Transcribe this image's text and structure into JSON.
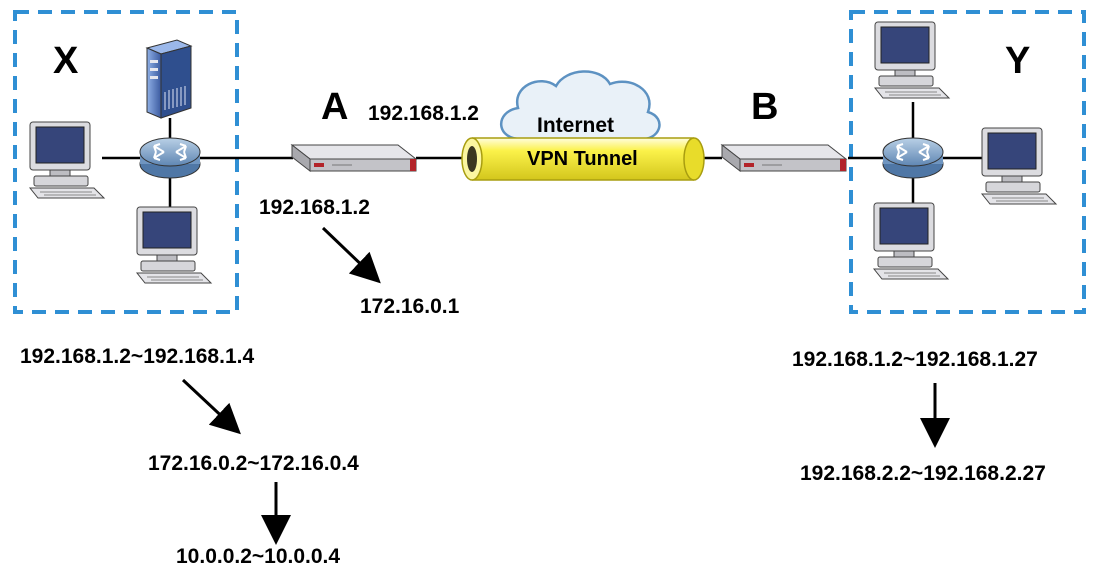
{
  "networks": {
    "x": {
      "label": "X"
    },
    "y": {
      "label": "Y"
    }
  },
  "gateways": {
    "a": {
      "label": "A",
      "ip": "192.168.1.2",
      "translation_from": "192.168.1.2",
      "translation_to": "172.16.0.1"
    },
    "b": {
      "label": "B"
    }
  },
  "cloud": {
    "label": "Internet"
  },
  "tunnel": {
    "label": "VPN Tunnel"
  },
  "nat_left": {
    "range_1": "192.168.1.2~192.168.1.4",
    "range_2": "172.16.0.2~172.16.0.4",
    "range_3": "10.0.0.2~10.0.0.4"
  },
  "nat_right": {
    "range_1": "192.168.1.2~192.168.1.27",
    "range_2": "192.168.2.2~192.168.2.27"
  },
  "colors": {
    "network_border": "#2f8fd4",
    "tunnel": "#f5ee2a",
    "cloud": "#e9f1f8",
    "cloud_border": "#5d92c2",
    "router": "#7fa3c8",
    "device": "#c7c7cc",
    "device_accent": "#b3242a",
    "monitor_screen": "#36457a",
    "server": "#4d6fb5"
  }
}
